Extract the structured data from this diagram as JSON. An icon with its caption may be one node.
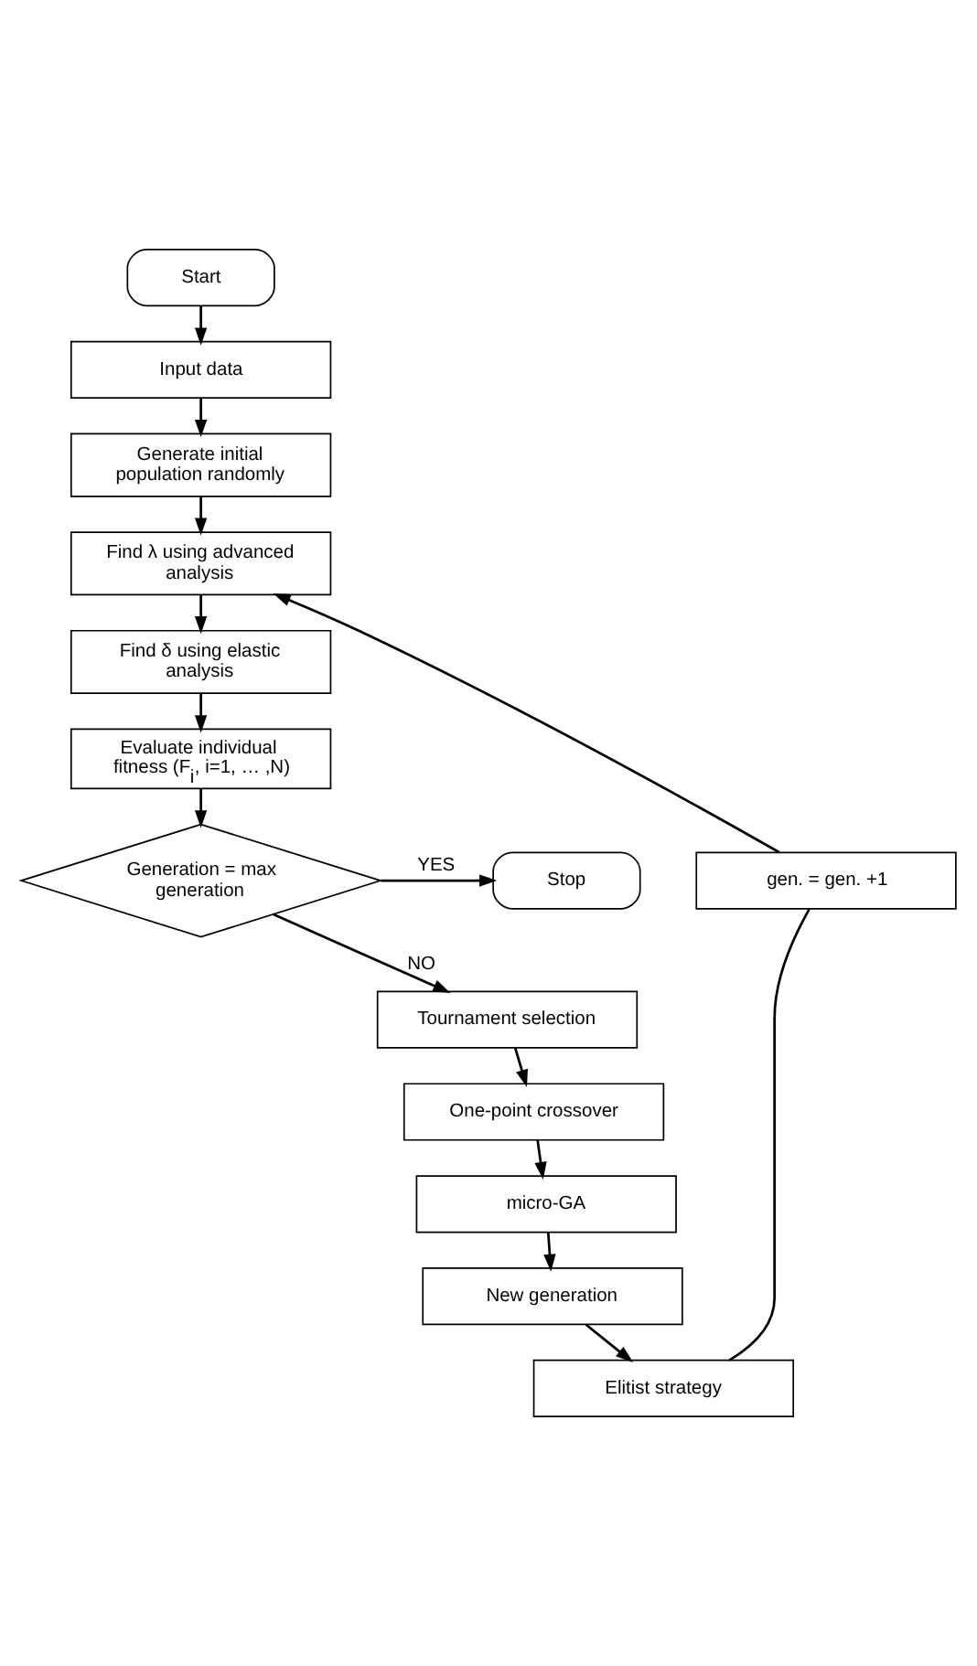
{
  "diagram": {
    "nodes": [
      {
        "text": [
          "Start"
        ]
      },
      {
        "text": [
          "Input data"
        ]
      },
      {
        "text": [
          "Generate initial population randomly"
        ]
      },
      {
        "text": [
          "Find λ using advanced analysis"
        ]
      },
      {
        "text": [
          "Find δ using elastic analysis"
        ]
      },
      {
        "text": [
          "Evaluate individual fitness (F$_{i}$, i=1, … ,N)"
        ]
      },
      {
        "text": [
          "Generation = max generation"
        ]
      },
      {
        "text": [
          "Stop"
        ]
      },
      {
        "text": [
          "Tournament selection"
        ]
      },
      {
        "text": [
          "One-point crossover"
        ]
      },
      {
        "text": [
          "micro-GA"
        ]
      },
      {
        "text": [
          "New generation"
        ]
      },
      {
        "text": [
          "Elitist strategy"
        ]
      },
      {
        "text": [
          "gen. = gen. +1"
        ]
      }
    ],
    "edges": [
      {
        "from": 0,
        "to": 1,
        "arrow": "to"
      },
      {
        "from": 1,
        "to": 2,
        "arrow": "to"
      },
      {
        "from": 2,
        "to": 3,
        "arrow": "to"
      },
      {
        "from": 3,
        "to": 4,
        "arrow": "to"
      },
      {
        "from": 4,
        "to": 5,
        "arrow": "to"
      },
      {
        "from": 5,
        "to": 6,
        "arrow": "to"
      },
      {
        "from": 6,
        "to": 7,
        "arrow": "to",
        "label": "YES"
      },
      {
        "from": 6,
        "to": 8,
        "arrow": "to",
        "label": "NO"
      },
      {
        "from": 8,
        "to": 9,
        "arrow": "to"
      },
      {
        "from": 9,
        "to": 10,
        "arrow": "to"
      },
      {
        "from": 10,
        "to": 11,
        "arrow": "to"
      },
      {
        "from": 11,
        "to": 12,
        "arrow": "to"
      },
      {
        "from": 12,
        "to": 13,
        "arrow": "none"
      },
      {
        "from": 13,
        "to": 3,
        "arrow": "to"
      }
    ]
  }
}
